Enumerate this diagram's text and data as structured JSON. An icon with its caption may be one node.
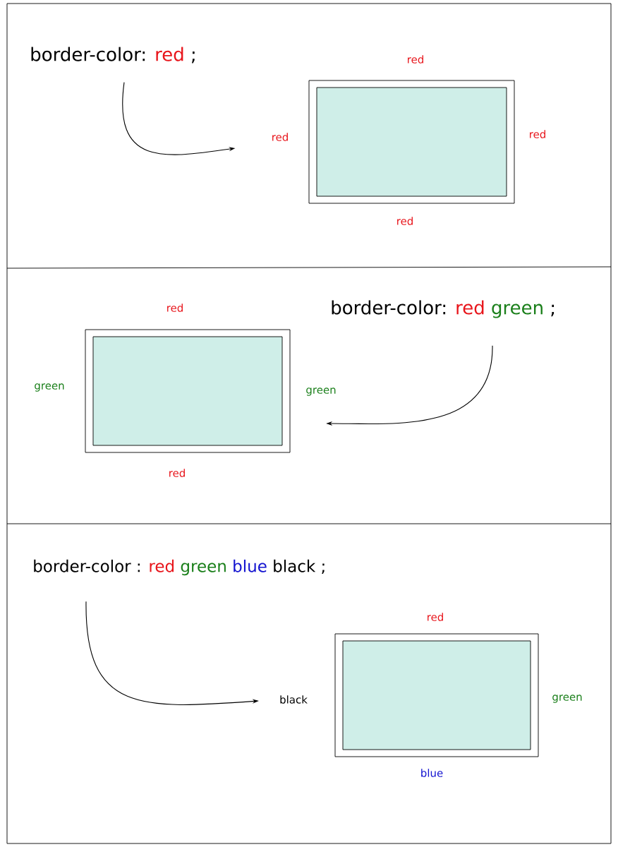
{
  "diagram": {
    "nodes": [
      {
        "text": [
          "border-color:",
          "red",
          ";"
        ]
      },
      {
        "text": [
          "red",
          "red",
          "red",
          "red"
        ]
      },
      {
        "text": [
          "border-color:",
          "red",
          "green",
          ";"
        ]
      },
      {
        "text": [
          "red",
          "green",
          "green",
          "red"
        ]
      },
      {
        "text": [
          "border-color :",
          "red",
          "green",
          "blue",
          "black",
          ";"
        ]
      },
      {
        "text": [
          "red",
          "black",
          "green",
          "blue"
        ]
      }
    ],
    "edges": [
      {
        "from": 0,
        "to": 1,
        "arrow": "to"
      },
      {
        "from": 2,
        "to": 3,
        "arrow": "to"
      },
      {
        "from": 4,
        "to": 5,
        "arrow": "to"
      }
    ]
  }
}
